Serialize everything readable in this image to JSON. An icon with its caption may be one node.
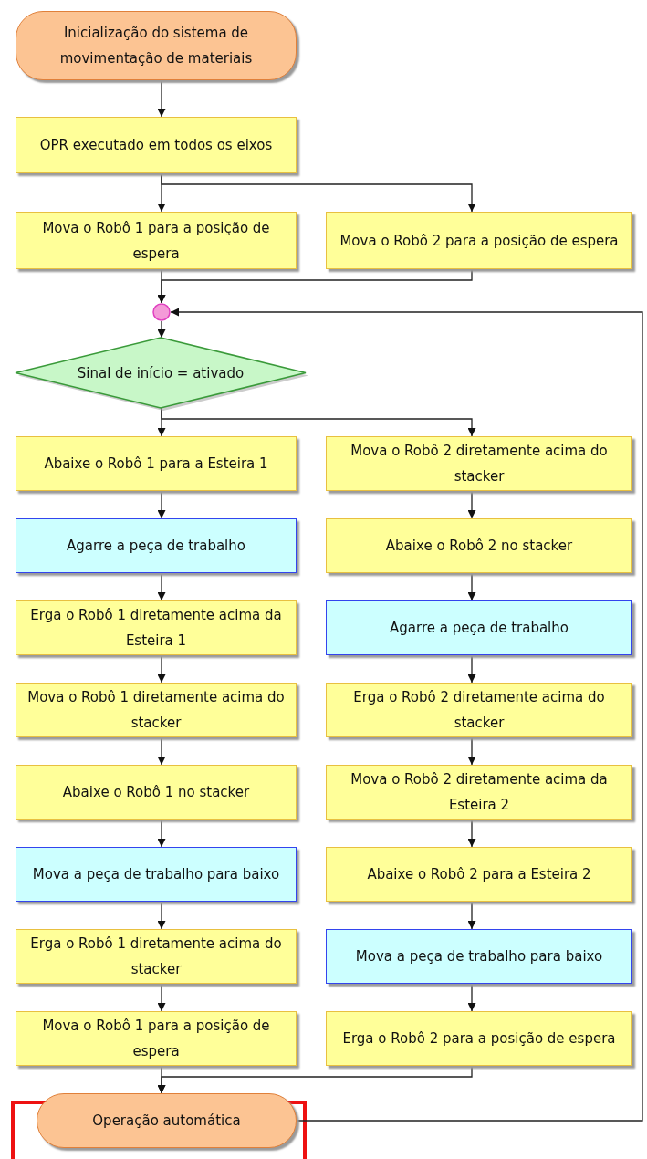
{
  "diagram": {
    "nodes": [
      {
        "text": [
          "Inicialização do sistema de movimentação de materiais"
        ]
      },
      {
        "text": [
          "OPR executado em todos os eixos"
        ]
      },
      {
        "text": [
          "Mova o Robô 1 para a posição de espera"
        ]
      },
      {
        "text": [
          "Mova o Robô 2 para a posição de espera"
        ]
      },
      {
        "text": [],
        "shape": "circle"
      },
      {
        "text": [
          "Sinal de início = ativado"
        ]
      },
      {
        "text": [
          "Abaixe o Robô 1 para a Esteira 1"
        ]
      },
      {
        "text": [
          "Agarre a peça de trabalho"
        ]
      },
      {
        "text": [
          "Erga o Robô 1 diretamente acima da Esteira 1"
        ]
      },
      {
        "text": [
          "Mova o Robô 1 diretamente acima do stacker"
        ]
      },
      {
        "text": [
          "Abaixe o Robô 1 no stacker"
        ]
      },
      {
        "text": [
          "Mova a peça de trabalho para baixo"
        ]
      },
      {
        "text": [
          "Erga o Robô 1 diretamente acima do stacker"
        ]
      },
      {
        "text": [
          "Mova o Robô 1 para a posição de espera"
        ]
      },
      {
        "text": [
          "Mova o Robô 2 diretamente acima do stacker"
        ]
      },
      {
        "text": [
          "Abaixe o Robô 2 no stacker"
        ]
      },
      {
        "text": [
          "Agarre a peça de trabalho"
        ]
      },
      {
        "text": [
          "Erga o Robô 2 diretamente acima do stacker"
        ]
      },
      {
        "text": [
          "Mova o Robô 2 diretamente acima da Esteira 2"
        ]
      },
      {
        "text": [
          "Abaixe o Robô 2 para a Esteira 2"
        ]
      },
      {
        "text": [
          "Mova a peça de trabalho para baixo"
        ]
      },
      {
        "text": [
          "Erga o Robô 2 para a posição de espera"
        ]
      },
      {
        "text": [
          "Operação automática"
        ]
      }
    ],
    "edges": [
      {
        "from": 0,
        "to": 1,
        "arrow": "to"
      },
      {
        "from": 1,
        "to": 2,
        "arrow": "to"
      },
      {
        "from": 1,
        "to": 3,
        "arrow": "to"
      },
      {
        "from": 2,
        "to": 4,
        "arrow": "to"
      },
      {
        "from": 3,
        "to": 4,
        "arrow": "to"
      },
      {
        "from": 4,
        "to": 5,
        "arrow": "to"
      },
      {
        "from": 5,
        "to": 6,
        "arrow": "to"
      },
      {
        "from": 5,
        "to": 14,
        "arrow": "to"
      },
      {
        "from": 6,
        "to": 7,
        "arrow": "to"
      },
      {
        "from": 7,
        "to": 8,
        "arrow": "to"
      },
      {
        "from": 8,
        "to": 9,
        "arrow": "to"
      },
      {
        "from": 9,
        "to": 10,
        "arrow": "to"
      },
      {
        "from": 10,
        "to": 11,
        "arrow": "to"
      },
      {
        "from": 11,
        "to": 12,
        "arrow": "to"
      },
      {
        "from": 12,
        "to": 13,
        "arrow": "to"
      },
      {
        "from": 14,
        "to": 15,
        "arrow": "to"
      },
      {
        "from": 15,
        "to": 16,
        "arrow": "to"
      },
      {
        "from": 16,
        "to": 17,
        "arrow": "to"
      },
      {
        "from": 17,
        "to": 18,
        "arrow": "to"
      },
      {
        "from": 18,
        "to": 19,
        "arrow": "to"
      },
      {
        "from": 19,
        "to": 20,
        "arrow": "to"
      },
      {
        "from": 20,
        "to": 21,
        "arrow": "to"
      },
      {
        "from": 13,
        "to": 22,
        "arrow": "to"
      },
      {
        "from": 21,
        "to": 22,
        "arrow": "to"
      },
      {
        "from": 22,
        "to": 4,
        "arrow": "to"
      }
    ]
  }
}
